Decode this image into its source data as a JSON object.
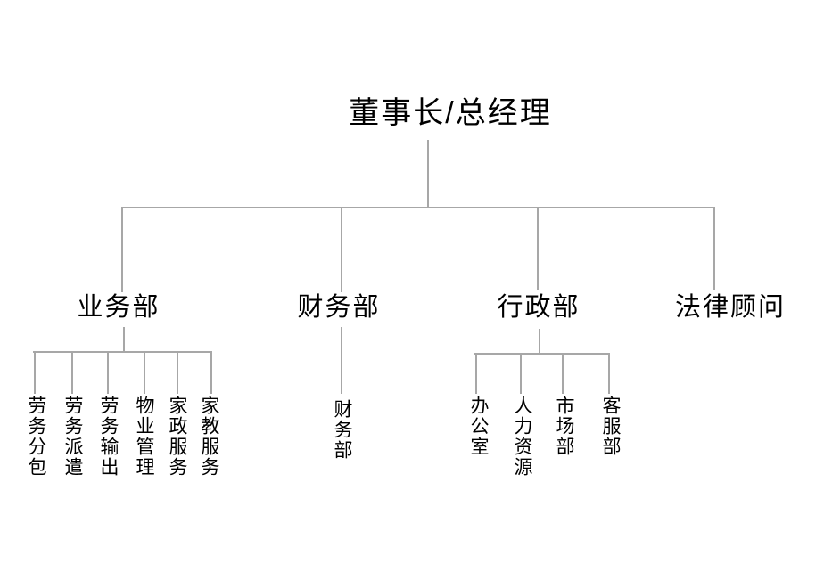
{
  "colors": {
    "background": "#ffffff",
    "line": "#a7a7a7",
    "text": "#000000"
  },
  "org": {
    "root": {
      "label": "董事长/总经理"
    },
    "departments": [
      {
        "label": "业务部",
        "children": [
          "劳务分包",
          "劳务派遣",
          "劳务输出",
          "物业管理",
          "家政服务",
          "家教服务"
        ]
      },
      {
        "label": "财务部",
        "children": [
          "财务部"
        ]
      },
      {
        "label": "行政部",
        "children": [
          "办公室",
          "人力资源",
          "市场部",
          "客服部"
        ]
      },
      {
        "label": "法律顾问",
        "children": []
      }
    ]
  }
}
